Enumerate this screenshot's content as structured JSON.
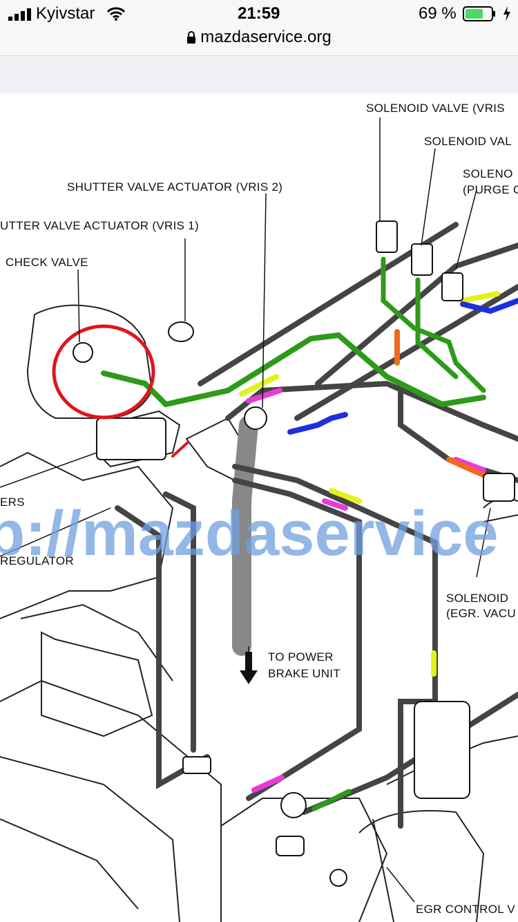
{
  "status_bar": {
    "carrier": "Kyivstar",
    "time": "21:59",
    "battery_percent": "69 %",
    "battery_level": 0.69
  },
  "browser": {
    "url": "mazdaservice.org"
  },
  "diagram": {
    "labels": {
      "solenoid_vris": "SOLENOID VALVE (VRIS",
      "solenoid_val": "SOLENOID VAL",
      "solenoid_purge_1": "SOLENO",
      "solenoid_purge_2": "(PURGE C",
      "shutter_vris2": "SHUTTER VALVE ACTUATOR (VRIS 2)",
      "shutter_vris1": "UTTER VALVE ACTUATOR (VRIS 1)",
      "check_valve": "CHECK VALVE",
      "ers": "ERS",
      "regulator": "REGULATOR",
      "solenoid_egr_1": "SOLENOID",
      "solenoid_egr_2": "(EGR. VACU",
      "to_power": "TO POWER",
      "brake_unit": "BRAKE UNIT",
      "egr_control": "EGR CONTROL V"
    },
    "watermark": "p://mazdaservice",
    "colors": {
      "green": "#2e9a1a",
      "yellow": "#e3f21a",
      "magenta": "#e83ad8",
      "blue": "#1e2ee0",
      "orange": "#f06a1e",
      "red_circle": "#e0141e"
    }
  }
}
